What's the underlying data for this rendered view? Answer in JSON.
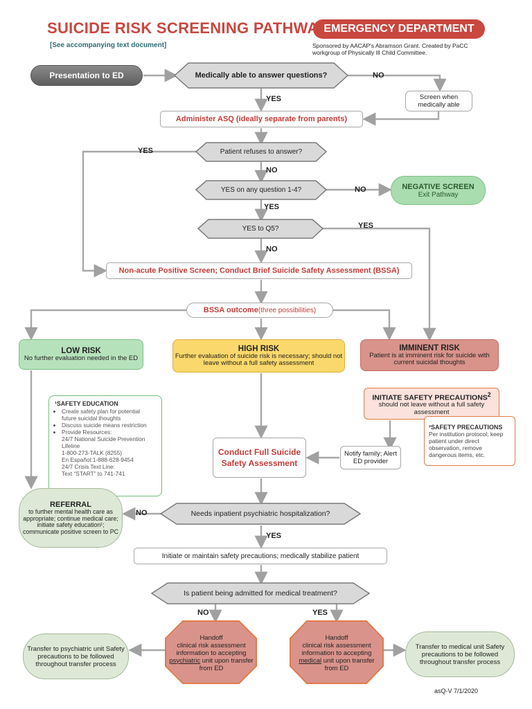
{
  "header": {
    "title": "SUICIDE RISK SCREENING PATHWAY",
    "badge": "EMERGENCY DEPARTMENT",
    "subtitle": "[See accompanying text document]",
    "sponsor": "Sponsored by AACAP's Abramson Grant. Created by PaCC workgroup of Physically Ill Child Committee."
  },
  "nodes": {
    "presentation": "Presentation to ED",
    "medically_able": "Medically able to answer questions?",
    "screen_when": "Screen when medically able",
    "administer": "Administer ASQ  (ideally separate from parents)",
    "refuses": "Patient refuses to answer?",
    "any_q": "YES on any question 1-4?",
    "negative_title": "NEGATIVE SCREEN",
    "negative_sub": "Exit Pathway",
    "q5": "YES to Q5?",
    "nonacute": "Non-acute Positive Screen; Conduct Brief Suicide Safety Assessment (BSSA)",
    "bssa_bold": "BSSA outcome",
    "bssa_rest": "(three possibilities)",
    "low_title": "LOW RISK",
    "low_text": "No further evaluation needed in the ED",
    "high_title": "HIGH RISK",
    "high_text": "Further evaluation of suicide risk is necessary; should not leave without a full safety assessment",
    "imminent_title": "IMMINENT RISK",
    "imminent_text": "Patient is at imminent risk for suicide with current suicidal thoughts",
    "initiate_title": "INITIATE SAFETY PRECAUTIONS",
    "initiate_sup": "2",
    "initiate_text": "should not leave without a full safety assessment",
    "conduct": "Conduct Full Suicide Safety Assessment",
    "notify": "Notify family; Alert ED provider",
    "needs_inpatient": "Needs inpatient psychiatric hospitalization?",
    "initiate_maintain": "Initiate or maintain safety precautions; medically stabilize patient",
    "admitted_medical": "Is patient being admitted for medical treatment?",
    "referral_title": "REFERRAL",
    "referral_text": "to further mental health care as appropriate; continue medical care; initiate safety education¹; communicate positive screen to PC",
    "handoff_psych_1": "Handoff",
    "handoff_psych_2": "clinical risk assessment information to accepting",
    "handoff_psych_unit": "psychiatric",
    "handoff_psych_3": "unit upon transfer from ED",
    "handoff_med_1": "Handoff",
    "handoff_med_2": "clinical risk assessment information to accepting",
    "handoff_med_unit": "medical",
    "handoff_med_3": "unit upon transfer from ED",
    "transfer_psych": "Transfer to psychiatric unit Safety precautions to be followed throughout transfer process",
    "transfer_med": "Transfer to medical unit Safety precautions to be followed throughout transfer process"
  },
  "safety_education": {
    "title": "¹SAFETY EDUCATION",
    "items": [
      "Create safety plan for potential future suicidal thoughts",
      "Discuss suicide means restriction",
      "Provide Resources:"
    ],
    "resources": [
      "24/7 National Suicide Prevention Lifeline",
      "1-800-273-TALK (8255)",
      "En Español:1-888-628-9454",
      "24/7 Crisis Text Line:",
      "Text “START” to 741-741"
    ]
  },
  "safety_precautions": {
    "title": "²SAFETY PRECAUTIONS",
    "text": "Per institution protocol; keep patient under direct observation, remove dangerous items, etc."
  },
  "labels": {
    "no": "NO",
    "yes": "YES"
  },
  "footer": "asQ-V 7/1/2020",
  "colors": {
    "title_red": "#c9473f",
    "low_green": "#b6e2bb",
    "high_yellow": "#fbd86b",
    "imminent_red": "#d9938b",
    "referral_green": "#dde9d6",
    "decision_grey": "#d9d9d9",
    "handoff_red": "#d9938b"
  }
}
